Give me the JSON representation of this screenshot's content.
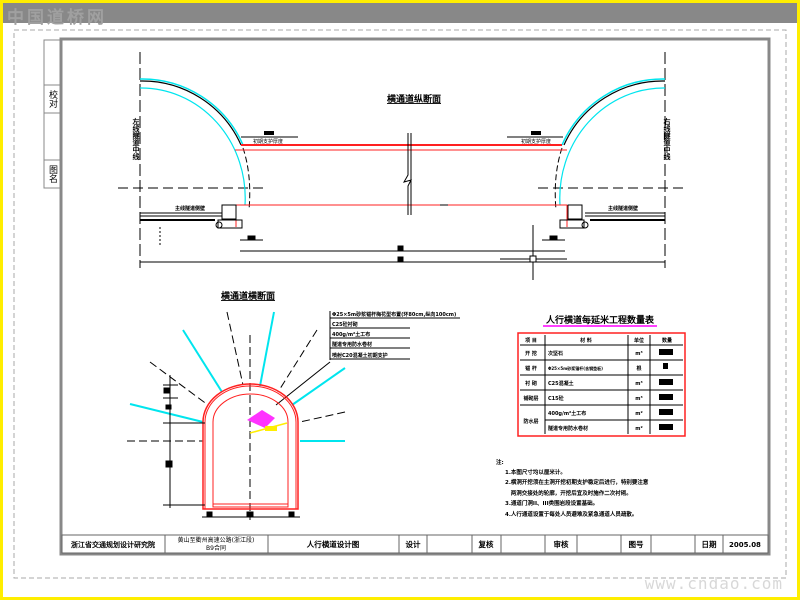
{
  "watermark_top": "中国道桥网",
  "watermark_bottom": "www.cndao.com",
  "side_labels": [
    "校对",
    "图名"
  ],
  "top_view": {
    "title": "横通道纵断面",
    "left_centerline": "左线隧道中线",
    "right_centerline": "右线隧道中线",
    "left_wall": "主线隧道侧壁",
    "right_wall": "主线隧道侧壁",
    "left_support": "初期支护厚度",
    "right_support": "初期支护厚度"
  },
  "cross_section": {
    "title": "横通道横断面"
  },
  "legend": [
    "Φ25×5m砂浆锚杆梅花型布置(环80cm,纵向100cm)",
    "C25砼衬砌",
    "400g/m²土工布",
    "隧道专用防水卷材",
    "喷射C20混凝土初期支护"
  ],
  "quantity_table": {
    "title": "人行横道每延米工程数量表",
    "headers": [
      "项 目",
      "材 料",
      "单位",
      "数量"
    ],
    "rows": [
      {
        "item": "开 挖",
        "material": "次坚石",
        "unit": "m³"
      },
      {
        "item": "锚 杆",
        "material": "Φ25×5m砂浆锚杆(含钢垫板)",
        "unit": "根"
      },
      {
        "item": "衬 砌",
        "material": "C25混凝土",
        "unit": "m³"
      },
      {
        "item": "铺砌层",
        "material": "C15砼",
        "unit": "m³"
      },
      {
        "item": "防水层",
        "material": "400g/m²土工布",
        "unit": "m²"
      },
      {
        "item": "",
        "material": "隧道专用防水卷材",
        "unit": "m²"
      }
    ]
  },
  "notes": {
    "heading": "注:",
    "items": [
      "1.本图尺寸均以厘米计。",
      "2.横洞开挖须在主洞开挖初期支护稳定后进行，特别要注意",
      "   两洞交接处的轮廓，开挖后宜及时施作二次衬砌。",
      "3.通道门洞II、III类围岩段设置基础。",
      "4.人行通道设置于每处人员避难及紧急通道人员疏散。"
    ]
  },
  "title_block": {
    "institute": "浙江省交通规划设计研究院",
    "project_line1": "黄山至衢州高速公路(浙江段)",
    "project_line2": "B9合同",
    "drawing_title": "人行横道设计图",
    "design_label": "设计",
    "check_label": "复核",
    "review_label": "审核",
    "drawing_no_label": "图号",
    "date_label": "日期",
    "date_value": "2005.08"
  }
}
